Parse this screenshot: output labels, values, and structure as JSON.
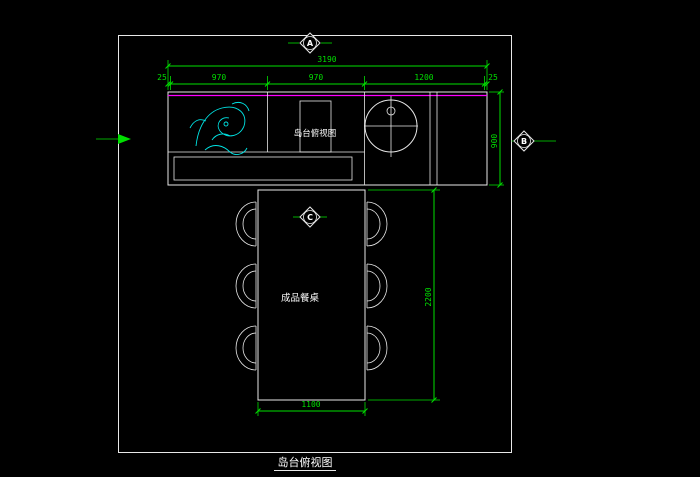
{
  "drawing_title": "岛台俯视图",
  "counter": {
    "label": "岛台俯视图",
    "dims": {
      "total": "3190",
      "margin_left": "25",
      "seg1": "970",
      "seg2": "970",
      "seg3": "1200",
      "margin_right": "25",
      "depth": "900"
    }
  },
  "table": {
    "label": "成品餐桌",
    "dims": {
      "length": "2200",
      "width": "1100"
    }
  },
  "markers": {
    "a": "A",
    "b": "B",
    "c": "C"
  },
  "colors": {
    "background": "#000000",
    "geometry": "#e8e8e8",
    "dimension": "#00df00",
    "counter_edge": "#ff00ff",
    "pattern": "#00e5e5"
  }
}
